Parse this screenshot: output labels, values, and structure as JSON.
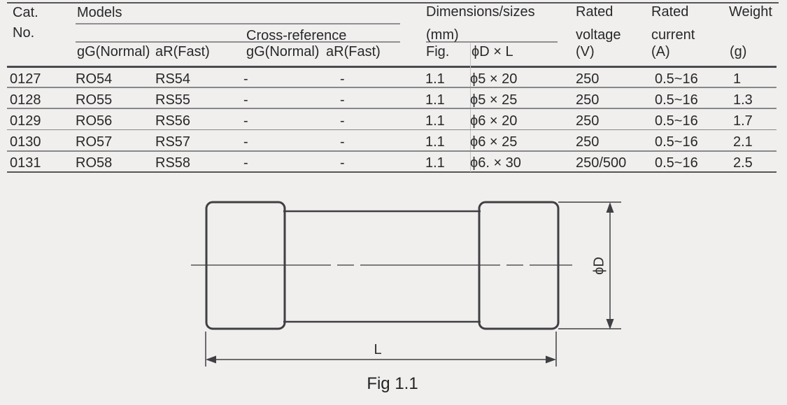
{
  "table": {
    "header": {
      "cat_line1": "Cat.",
      "cat_line2": "No.",
      "models": "Models",
      "cross_reference": "Cross-reference",
      "dimensions_line1": "Dimensions/sizes",
      "dimensions_line2": "(mm)",
      "rated_voltage_line1": "Rated",
      "rated_voltage_line2": "voltage",
      "rated_voltage_unit": "(V)",
      "rated_current_line1": "Rated",
      "rated_current_line2": "current",
      "rated_current_unit": "(A)",
      "weight": "Weight",
      "weight_unit": "(g)",
      "sub": {
        "models_gg": "gG(Normal)",
        "models_ar": "aR(Fast)",
        "xref_gg": "gG(Normal)",
        "xref_ar": "aR(Fast)",
        "fig": "Fig.",
        "dim": "ϕD × L"
      }
    },
    "rows": [
      {
        "cells": [
          "0127",
          "RO54",
          "RS54",
          "-",
          "-",
          "1.1",
          "ϕ5 × 20",
          "250",
          "0.5~16",
          "1"
        ]
      },
      {
        "cells": [
          "0128",
          "RO55",
          "RS55",
          "-",
          "-",
          "1.1",
          "ϕ5 × 25",
          "250",
          "0.5~16",
          "1.3"
        ]
      },
      {
        "cells": [
          "0129",
          "RO56",
          "RS56",
          "-",
          "-",
          "1.1",
          "ϕ6 × 20",
          "250",
          "0.5~16",
          "1.7"
        ]
      },
      {
        "cells": [
          "0130",
          "RO57",
          "RS57",
          "-",
          "-",
          "1.1",
          "ϕ6 × 25",
          "250",
          "0.5~16",
          "2.1"
        ]
      },
      {
        "cells": [
          "0131",
          "RO58",
          "RS58",
          "-",
          "-",
          "1.1",
          "ϕ6. × 30",
          "250/500",
          "0.5~16",
          "2.5"
        ]
      }
    ]
  },
  "diagram": {
    "label_diameter": "ϕD",
    "label_length": "L",
    "caption": "Fig 1.1",
    "stroke_color": "#404044"
  }
}
